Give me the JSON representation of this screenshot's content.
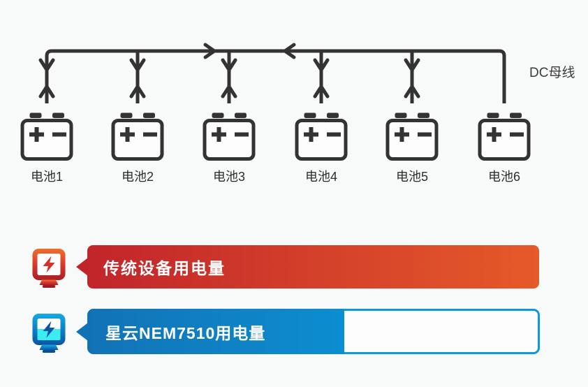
{
  "page": {
    "background": "#f8f9f9"
  },
  "diagram": {
    "bus_label": "DC母线",
    "line_color": "#333333",
    "batteries": [
      {
        "label": "电池1"
      },
      {
        "label": "电池2"
      },
      {
        "label": "电池3"
      },
      {
        "label": "电池4"
      },
      {
        "label": "电池5"
      },
      {
        "label": "电池6"
      }
    ]
  },
  "legend": {
    "rows": [
      {
        "label": "传统设备用电量",
        "color_start": "#c1252b",
        "color_end": "#e55a29",
        "fill_ratio": 1.0,
        "icon": "power-meter-icon-red"
      },
      {
        "label": "星云NEM7510用电量",
        "color_start": "#1272b6",
        "color_end": "#0c8ed0",
        "outline_color": "#0c9bd6",
        "fill_ratio": 0.56,
        "icon": "power-meter-icon-blue"
      }
    ]
  }
}
